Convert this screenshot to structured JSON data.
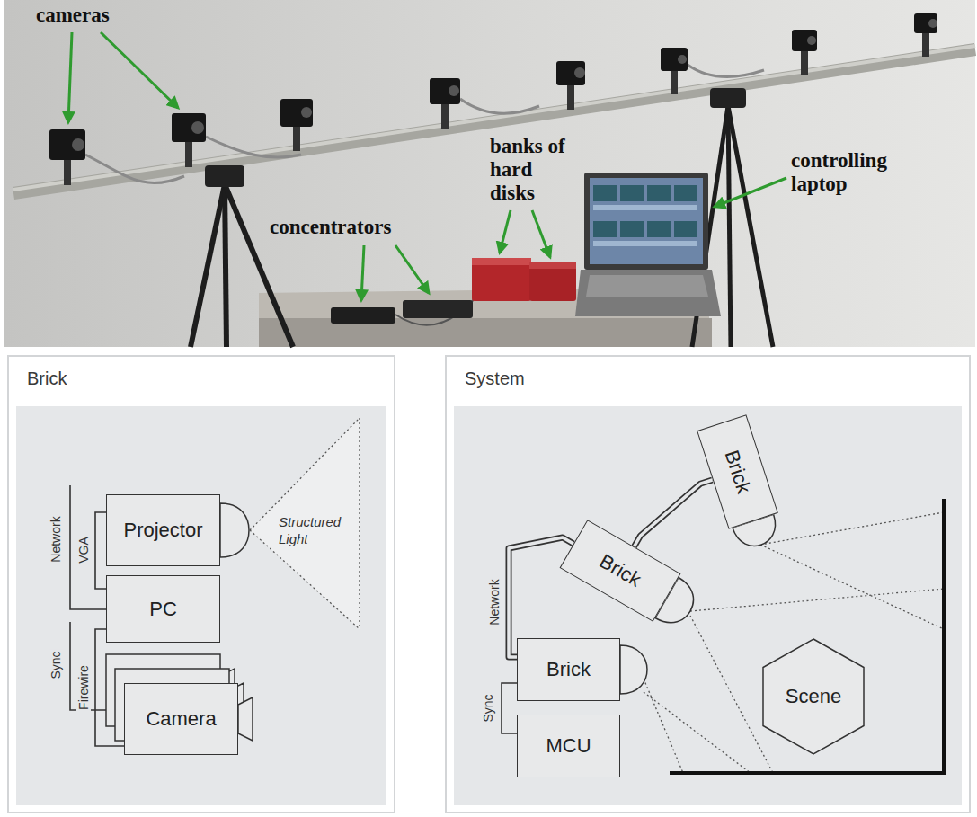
{
  "diagram": {
    "nodes": [
      {
        "text": [
          "Brick"
        ]
      },
      {
        "text": [
          "Projector"
        ],
        "in": 0
      },
      {
        "text": [
          "PC"
        ],
        "in": 0
      },
      {
        "text": [
          "Camera"
        ],
        "in": 0
      },
      {
        "text": [
          "System"
        ]
      },
      {
        "text": [
          "Brick"
        ],
        "in": 4
      },
      {
        "text": [
          "Brick"
        ],
        "in": 4
      },
      {
        "text": [
          "Brick"
        ],
        "in": 4
      },
      {
        "text": [
          "Scene"
        ],
        "in": 4
      },
      {
        "text": [
          "MCU"
        ],
        "in": 4
      }
    ],
    "edges": [
      {
        "from": 2,
        "to": 1,
        "arrow": "none",
        "label": "VGA"
      },
      {
        "from": 2,
        "to": 3,
        "arrow": "none",
        "label": "Firewire"
      },
      {
        "from": 7,
        "to": 6,
        "arrow": "none"
      },
      {
        "from": 6,
        "to": 5,
        "arrow": "none"
      },
      {
        "from": 9,
        "to": 7,
        "arrow": "none",
        "label": "Sync"
      }
    ],
    "labels": [
      "cameras",
      "concentrators",
      "banks of hard disks",
      "controlling laptop",
      "Network",
      "Sync",
      "Structured Light",
      "Network"
    ]
  }
}
